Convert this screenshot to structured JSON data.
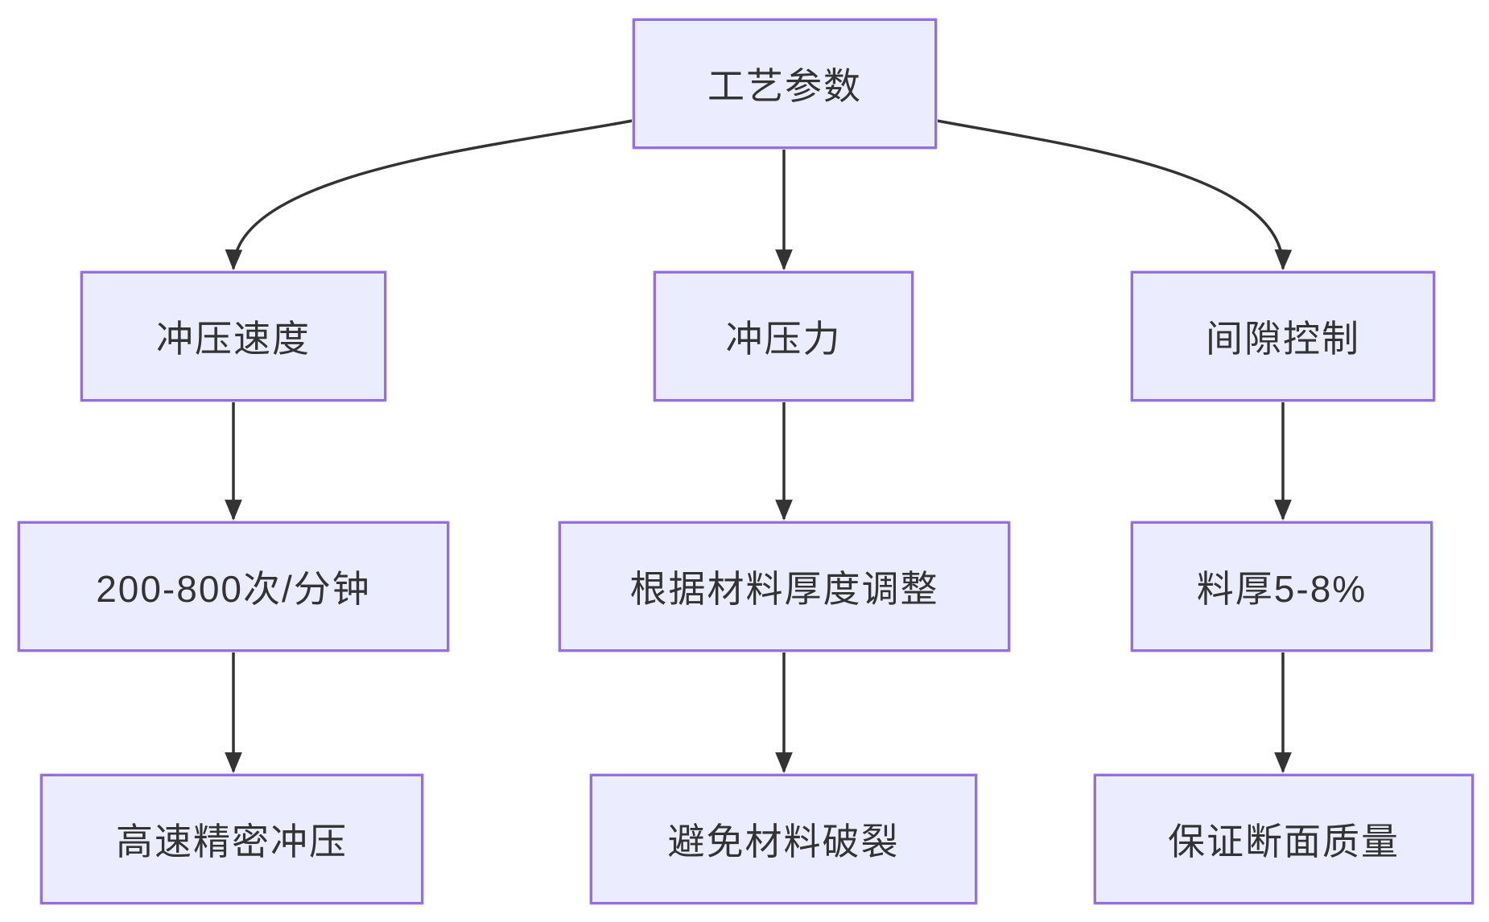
{
  "diagram": {
    "type": "flowchart-top-down",
    "root": {
      "label": "工艺参数"
    },
    "branches": [
      {
        "param": "冲压速度",
        "detail": "200-800次/分钟",
        "outcome": "高速精密冲压"
      },
      {
        "param": "冲压力",
        "detail": "根据材料厚度调整",
        "outcome": "避免材料破裂"
      },
      {
        "param": "间隙控制",
        "detail": "料厚5-8%",
        "outcome": "保证断面质量"
      }
    ],
    "edges": [
      {
        "from": "工艺参数",
        "to": "冲压速度"
      },
      {
        "from": "工艺参数",
        "to": "冲压力"
      },
      {
        "from": "工艺参数",
        "to": "间隙控制"
      },
      {
        "from": "冲压速度",
        "to": "200-800次/分钟"
      },
      {
        "from": "冲压力",
        "to": "根据材料厚度调整"
      },
      {
        "from": "间隙控制",
        "to": "料厚5-8%"
      },
      {
        "from": "200-800次/分钟",
        "to": "高速精密冲压"
      },
      {
        "from": "根据材料厚度调整",
        "to": "避免材料破裂"
      },
      {
        "from": "料厚5-8%",
        "to": "保证断面质量"
      }
    ],
    "colors": {
      "node_fill": "#ECECFF",
      "node_border": "#9370DB",
      "text": "#333333",
      "arrow": "#333333",
      "background": "#FFFFFF"
    }
  }
}
